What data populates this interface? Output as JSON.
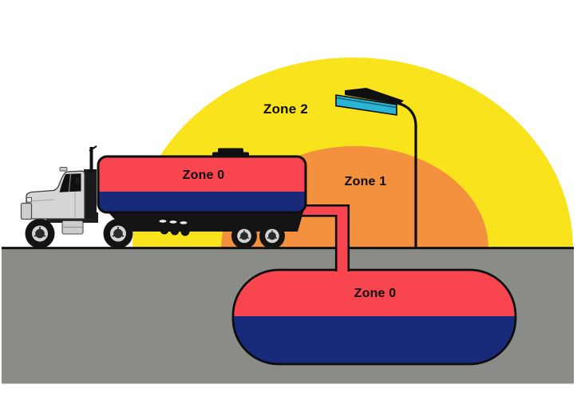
{
  "zones": {
    "zone2": {
      "label": "Zone 2"
    },
    "zone1": {
      "label": "Zone 1"
    },
    "tanker_zone0": {
      "label": "Zone 0"
    },
    "underground_tank_zone0": {
      "label": "Zone 0"
    }
  },
  "colors": {
    "zone2_yellow": "#f9e31d",
    "zone1_orange": "#f3913f",
    "zone0_red": "#f8454f",
    "liquid_navy": "#1a2a7b",
    "ground_grey": "#8a8d87",
    "lamp_cyan": "#2ab4d6",
    "outline_black": "#0d0d0d",
    "truck_body_grey": "#d6d6d6",
    "pipe_red": "#f8454f"
  }
}
